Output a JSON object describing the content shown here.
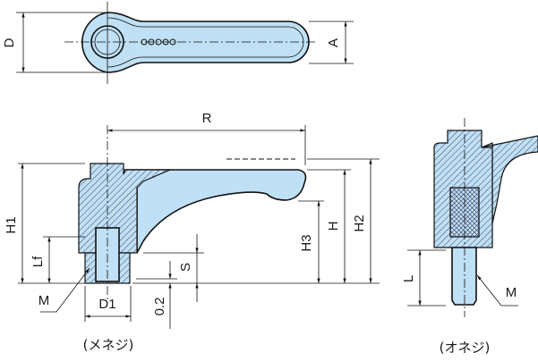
{
  "colors": {
    "part_fill": "#bfe0f5",
    "line": "#111111"
  },
  "top_view": {
    "dim_D": "D",
    "dim_A": "A"
  },
  "female_view": {
    "dim_R": "R",
    "dim_H1": "H1",
    "dim_Lf": "Lf",
    "dim_M": "M",
    "dim_D1": "D1",
    "dim_gap": "0.2",
    "dim_S": "S",
    "dim_H3": "H3",
    "dim_H": "H",
    "dim_H2": "H2",
    "caption": "(メネジ)"
  },
  "male_view": {
    "dim_L": "L",
    "dim_M": "M",
    "caption": "(オネジ)"
  }
}
